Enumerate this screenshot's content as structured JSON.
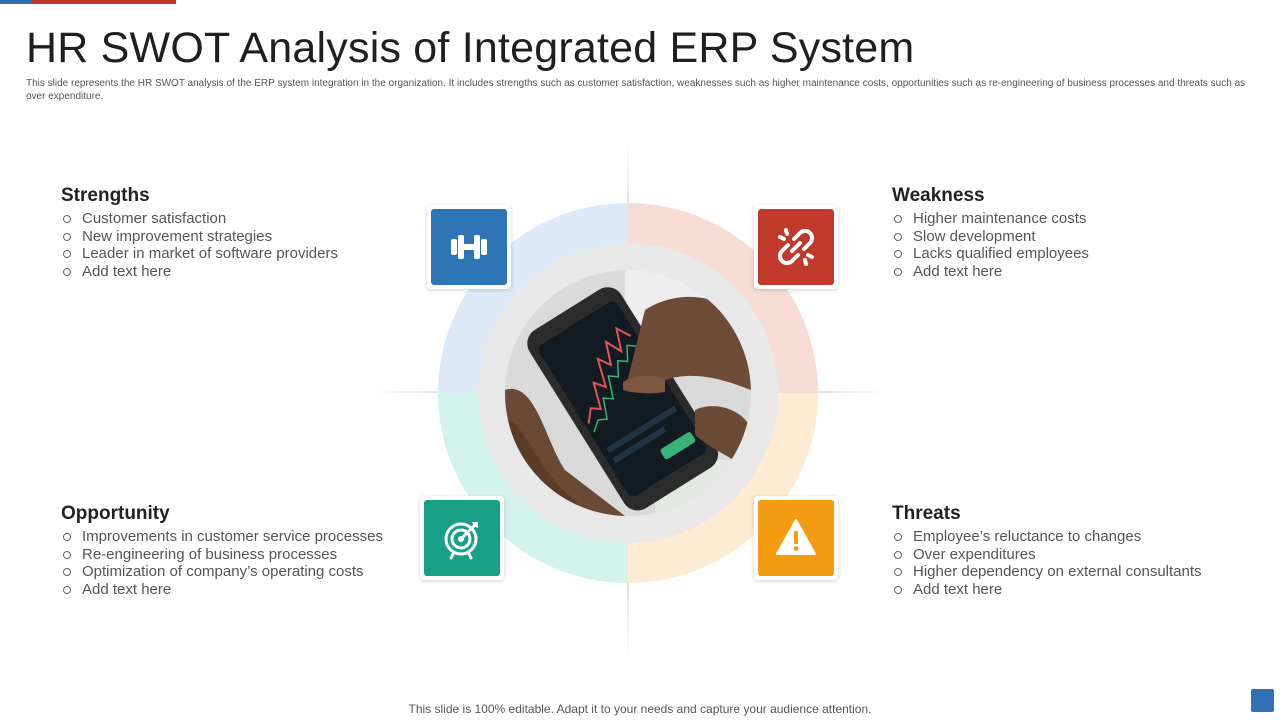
{
  "slide": {
    "title": "HR SWOT Analysis of Integrated ERP System",
    "subtitle": "This slide represents the HR SWOT analysis of the ERP  system integration in the organization. It includes strengths such as customer satisfaction, weaknesses such as higher maintenance costs, opportunities such as re-engineering of business processes and threats such as over expenditure.",
    "footer": "This slide is 100% editable. Adapt it to your  needs and capture your audience attention."
  },
  "quadrants": {
    "strengths": {
      "title": "Strengths",
      "icon": "dumbbell-icon",
      "color": "#2e75b6",
      "items": [
        "Customer satisfaction",
        "New improvement strategies",
        "Leader in market of software providers",
        "Add text here"
      ]
    },
    "weakness": {
      "title": "Weakness",
      "icon": "broken-link-icon",
      "color": "#c0392b",
      "items": [
        "Higher maintenance costs",
        "Slow development",
        "Lacks qualified employees",
        "Add text here"
      ]
    },
    "opportunity": {
      "title": "Opportunity",
      "icon": "target-icon",
      "color": "#17a085",
      "items": [
        "Improvements in customer service processes",
        "Re-engineering of business processes",
        "Optimization of company’s operating costs",
        "Add text here"
      ]
    },
    "threats": {
      "title": "Threats",
      "icon": "warning-icon",
      "color": "#f39c12",
      "items": [
        "Employee’s reluctance to changes",
        "Over expenditures",
        "Higher dependency on external consultants",
        "Add text here"
      ]
    }
  },
  "ring_colors": {
    "top_left": "#dde9f7",
    "top_right": "#f7dcd6",
    "bottom_right": "#fdebd4",
    "bottom_left": "#d3f2ec"
  }
}
